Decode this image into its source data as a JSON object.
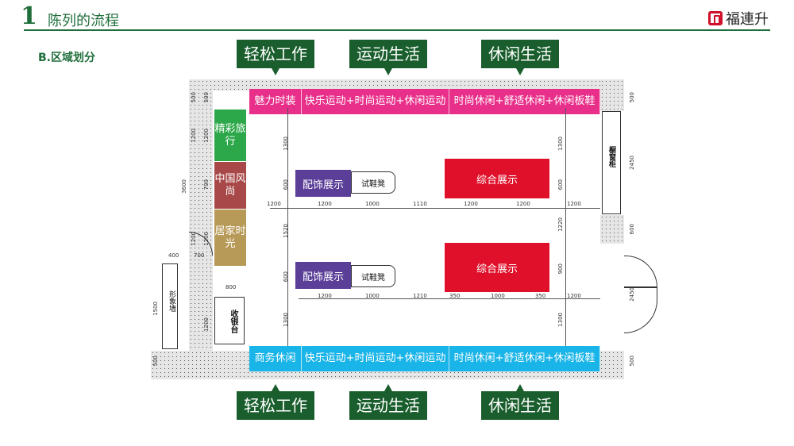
{
  "header": {
    "num": "1",
    "title": "陈列的流程",
    "brand": "福連升",
    "brand_icon": "fls-logo-icon"
  },
  "section": {
    "title": "B.区域划分"
  },
  "zones_top": [
    "轻松工作",
    "运动生活",
    "休闲生活"
  ],
  "zones_bottom": [
    "轻松工作",
    "运动生活",
    "休闲生活"
  ],
  "top_wall": [
    "魅力时装",
    "快乐运动+时尚运动+休闲运动",
    "时尚休闲+舒适休闲+休闲板鞋"
  ],
  "bottom_wall": [
    "商务休闲",
    "快乐运动+时尚运动+休闲运动",
    "时尚休闲+舒适休闲+休闲板鞋"
  ],
  "left_wall": [
    "精彩旅行",
    "中国风尚",
    "居家时光"
  ],
  "displays": {
    "accessory": "配饰展示",
    "bench": "试鞋凳",
    "general": "综合展示"
  },
  "labels": {
    "window_cabinet": "橱窗柜",
    "image_wall": "形象墙",
    "cashier": "收银台"
  },
  "dims": {
    "h_top": [
      "1200",
      "1200",
      "1000",
      "1110",
      "1200",
      "1200",
      "1200"
    ],
    "h_bottom": [
      "1200",
      "1000",
      "1210",
      "350",
      "1000",
      "350",
      "1200"
    ],
    "left_vert": [
      "500",
      "1200",
      "3600",
      "1200"
    ],
    "left_vert2": [
      "500",
      "1200",
      "700",
      "1200"
    ],
    "col1_vert": [
      "1300",
      "600",
      "1520",
      "600",
      "1300"
    ],
    "col2_vert": [
      "1300",
      "600",
      "1220",
      "900",
      "1300"
    ],
    "right_vert": [
      "500",
      "2450",
      "600",
      "2450",
      "500"
    ],
    "misc": [
      "400",
      "700",
      "800",
      "1500",
      "1200",
      "500"
    ]
  },
  "colors": {
    "green_dark": "#1a5e2d",
    "magenta": "#e8308a",
    "cyan": "#19b4e8",
    "green": "#2ca84a",
    "brown": "#a84848",
    "tan": "#b89a58",
    "purple": "#5a3e98",
    "red": "#e0102a"
  }
}
